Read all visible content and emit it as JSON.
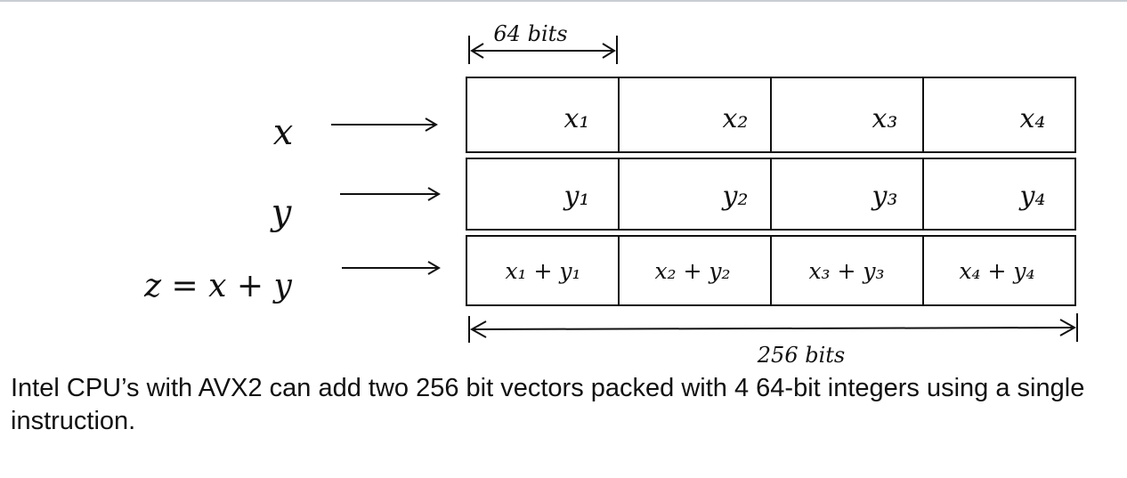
{
  "top_width_label": "64 bits",
  "bottom_width_label": "256 bits",
  "rows": [
    {
      "label": "x",
      "cells": [
        "x₁",
        "x₂",
        "x₃",
        "x₄"
      ]
    },
    {
      "label": "y",
      "cells": [
        "y₁",
        "y₂",
        "y₃",
        "y₄"
      ]
    },
    {
      "label": "z = x + y",
      "cells": [
        "x₁ + y₁",
        "x₂ + y₂",
        "x₃ + y₃",
        "x₄ + y₄"
      ]
    }
  ],
  "caption": "Intel CPU’s with AVX2 can add two 256 bit vectors packed with 4 64-bit integers using a single instruction.",
  "colors": {
    "ink": "#111111",
    "topline": "#c9ced4"
  }
}
